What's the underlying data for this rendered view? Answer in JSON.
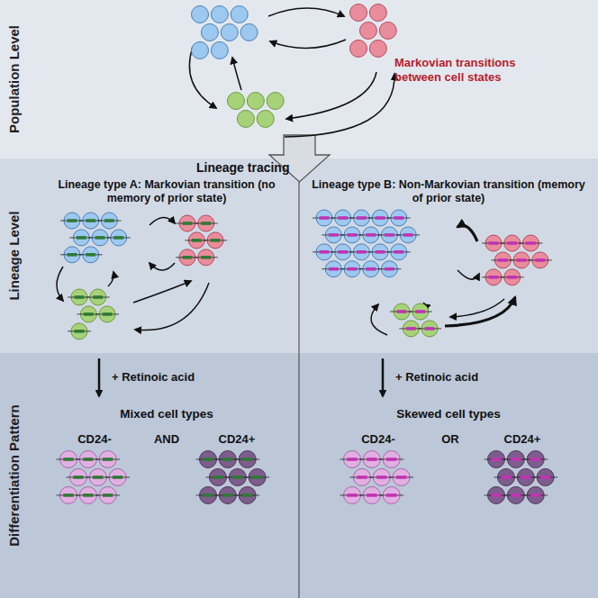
{
  "diagram": {
    "nodes": [
      {
        "text": [
          "Population Level"
        ]
      },
      {
        "text": [
          "Lineage Level"
        ]
      },
      {
        "text": [
          "Differentiation Pattern"
        ]
      }
    ],
    "labels": [
      "Markovian transitions between cell states",
      "Lineage tracing",
      "Lineage type A: Markovian transition (no memory of prior state)",
      "Lineage type B: Non-Markovian transition (memory of prior state)",
      "+ Retinoic acid",
      "Mixed cell types",
      "CD24-",
      "AND",
      "CD24+",
      "+ Retinoic acid",
      "Skewed cell types",
      "CD24-",
      "OR",
      "CD24+"
    ]
  }
}
